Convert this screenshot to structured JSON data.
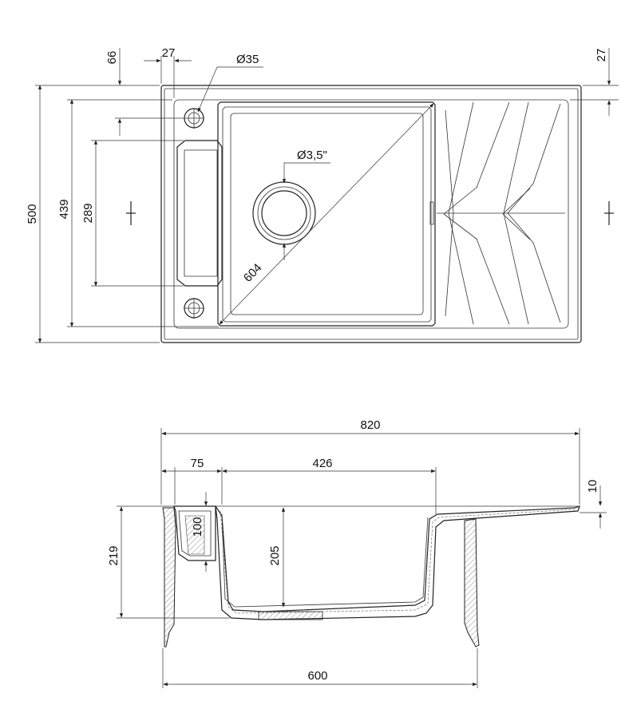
{
  "top_view": {
    "dimensions": {
      "total_depth": "500",
      "bowl_inner_depth": "439",
      "drainer_length": "289",
      "tap_hole_offset": "66",
      "edge_offset_left": "27",
      "edge_offset_right": "27",
      "tap_hole_diameter": "Ø35",
      "waste_diameter": "Ø3,5\"",
      "bowl_diagonal": "604"
    }
  },
  "side_view": {
    "dimensions": {
      "overall_width": "820",
      "ledge_width": "75",
      "bowl_width": "426",
      "rim_thickness": "10",
      "overall_height": "219",
      "ledge_depth": "100",
      "bowl_depth": "205",
      "cabinet_width": "600"
    }
  }
}
